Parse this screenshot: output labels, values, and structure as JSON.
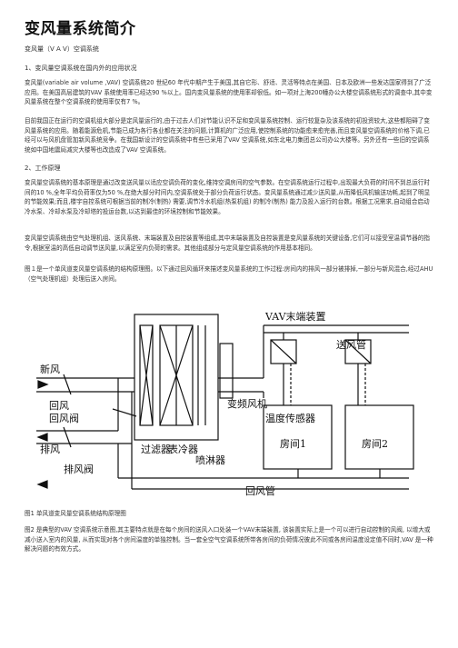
{
  "title": "变风量系统简介",
  "subtitle": "变风量（V A V）空调系统",
  "section1_heading": "1、变风量空调系统在国内外的应用状况",
  "para1": "变风量(variable air volume ,VAV) 空调系统20 世纪60 年代中期产生于美国,其自它形、舒适、灵活等特点在美国、日本及欧洲一些发达国家得到了广泛应用。在美国高层建筑的VAV 系统使用率已经达90 %以上。国内变风量系统的使用率却很低。如一项对上海200幢办公大楼空调系统形式的调查中,其中变风量系统在整个空调系统的使用率仅有7 %。",
  "para2": "目前我国正在运行的空调机组大部分是定风量运行的,由于过去人们对节能认识不足和变风量系统控制、运行较复杂及该系统的初投资较大,这些都阻碍了变风量系统的应用。随着能源危机,节能已成为各行各业都在关注的问题,计算机的广泛应用,使控制系统的功能愈来愈完善,而且变风量空调系统的价格下调,已经可以与风机盘管加新风系统竞争。在我国新设计的空调系统中有些已采用了VAV 空调系统,如东北电力集团总公司办公大楼等。另外还有一些旧的空调系统如中国地震局减灾大楼等也改造成了VAV 空调系统。",
  "section2_heading": "2、工作原理",
  "para3": "变风量空调系统的基本原理是通过改变送风量以适应空调负荷的变化,维持空调房间的空气参数。在空调系统运行过程中,出现最大负荷的时间不到总运行时间的10 %,全年平均负荷率仅为50 %,在绝大部分时间内,空调系统处于部分负荷运行状态。变风量系统通过减少送风量,从而降低风机输送功耗,起到了明显的节能效果;而且,楼宇自控系统可根据当前的制冷(制热) 需要,调节冷水机组(热泵机组) 的制冷(制热) 能力及投入运行的台数。根据工况需求,自动组合启动冷水泵、冷却水泵及冷却塔的投运台数,以达到最佳的环境控制和节能效果。",
  "para4": "变风量空调系统由空气处理机组、送风系统、末端装置及自控装置等组成,其中末端装置及自控装置是变风量系统的关键设备,它们可以接受室温调节器的指令,根据室温的高低自动调节送风量,以满足室内负荷的需求。其他组成部分与定风量空调系统的作用基本相同。",
  "para5": "图１是一个单风道变风量空调系统的结构原理图。以下通过回风循环来描述变风量系统的工作过程:房间内的排风一部分被排掉,一部分与新风混合,经过AHU（空气处理机组）处理后送入房间。",
  "figure_caption": "图1 单风道变风量空调系统结构原理图",
  "para6": "图2 是典型的VAV 空调系统示意图,其主要特点就是在每个房间的送风入口处装一个VAV末端装置, 该装置实际上是一个可以进行自动控制的风阀, 以增大或减小送入室内的风量, 从而实现对各个房间温度的单独控制。当一套全空气空调系统所带各房间的负荷情况彼此不同或各房间温度设定值不同时,VAV 是一种解决问题的有效方式。",
  "diagram": {
    "new_air": "新风",
    "return_air": "回风",
    "return_damper": "回风阀",
    "exhaust_air": "排风",
    "exhaust_damper": "排风阀",
    "filter": "过滤器",
    "cooler": "表冷器",
    "sprayer": "喷淋器",
    "vf_fan": "变频风机",
    "vav_terminal": "VAV末端装置",
    "supply_duct": "送风管",
    "temp_sensor": "温度传感器",
    "room1": "房间1",
    "room2": "房间2",
    "return_duct": "回风管"
  }
}
